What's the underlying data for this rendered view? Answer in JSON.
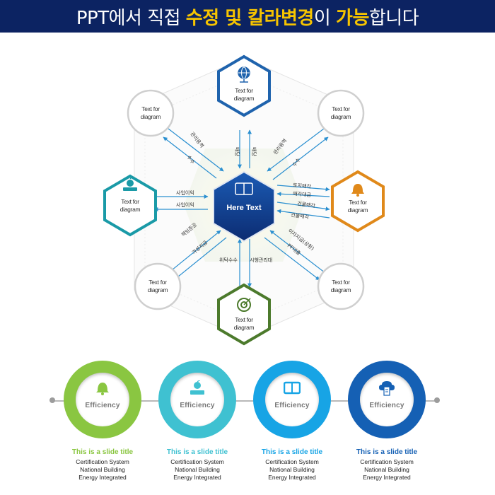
{
  "header": {
    "title_parts": [
      "PPT에서 직접 ",
      "수정 및 칼라변경",
      "이 ",
      "가능",
      "합니다"
    ]
  },
  "hub": {
    "label": "Here Text",
    "icon": "open-book-icon"
  },
  "diagram_nodes": [
    {
      "id": "top",
      "label": [
        "Text for",
        "diagram"
      ],
      "shape": "hexagon",
      "color": "#1f63ad",
      "icon": "globe-icon"
    },
    {
      "id": "left",
      "label": [
        "Text for",
        "diagram"
      ],
      "shape": "hexagon",
      "color": "#1a9aa7",
      "icon": "apple-book-icon"
    },
    {
      "id": "right",
      "label": [
        "Text for",
        "diagram"
      ],
      "shape": "hexagon",
      "color": "#e0891a",
      "icon": "bell-icon"
    },
    {
      "id": "bottom",
      "label": [
        "Text for",
        "diagram"
      ],
      "shape": "hexagon",
      "color": "#4c7a2c",
      "icon": "target-icon"
    },
    {
      "id": "top-left",
      "label": [
        "Text for",
        "diagram"
      ],
      "shape": "circle"
    },
    {
      "id": "top-right",
      "label": [
        "Text for",
        "diagram"
      ],
      "shape": "circle"
    },
    {
      "id": "bottom-left",
      "label": [
        "Text for",
        "diagram"
      ],
      "shape": "circle"
    },
    {
      "id": "bottom-right",
      "label": [
        "Text for",
        "diagram"
      ],
      "shape": "circle"
    }
  ],
  "edge_labels": {
    "top_a": "배당",
    "top_b": "배당",
    "tl_a": "관리용역",
    "tl_b": "수수",
    "tr_a": "관리용역",
    "tr_b": "수수",
    "l_a": "사업이익",
    "l_b": "사업이익",
    "r_a": "토지매각",
    "r_b": "매각대금",
    "r_c": "건물매각",
    "r_d": "건물매각",
    "bl_a": "책임준공",
    "bl_b": "가성지급",
    "br_a": "이자지급(상환)",
    "br_b": "PF대출",
    "b_a": "위탁수수",
    "b_b": "시행관리대"
  },
  "cards": [
    {
      "efficiency": "Efficiency",
      "title": "This is a slide title",
      "lines": [
        "Certification System",
        "National Building",
        "Energy Integrated"
      ],
      "color": "#8ac641",
      "icon": "bell-icon"
    },
    {
      "efficiency": "Efficiency",
      "title": "This is a slide title",
      "lines": [
        "Certification System",
        "National Building",
        "Energy Integrated"
      ],
      "color": "#3fc1d1",
      "icon": "apple-book-icon"
    },
    {
      "efficiency": "Efficiency",
      "title": "This is a slide title",
      "lines": [
        "Certification System",
        "National Building",
        "Energy Integrated"
      ],
      "color": "#17a4e5",
      "icon": "open-book-icon"
    },
    {
      "efficiency": "Efficiency",
      "title": "This is a slide title",
      "lines": [
        "Certification System",
        "National Building",
        "Energy Integrated"
      ],
      "color": "#1560b4",
      "icon": "document-icon"
    }
  ]
}
